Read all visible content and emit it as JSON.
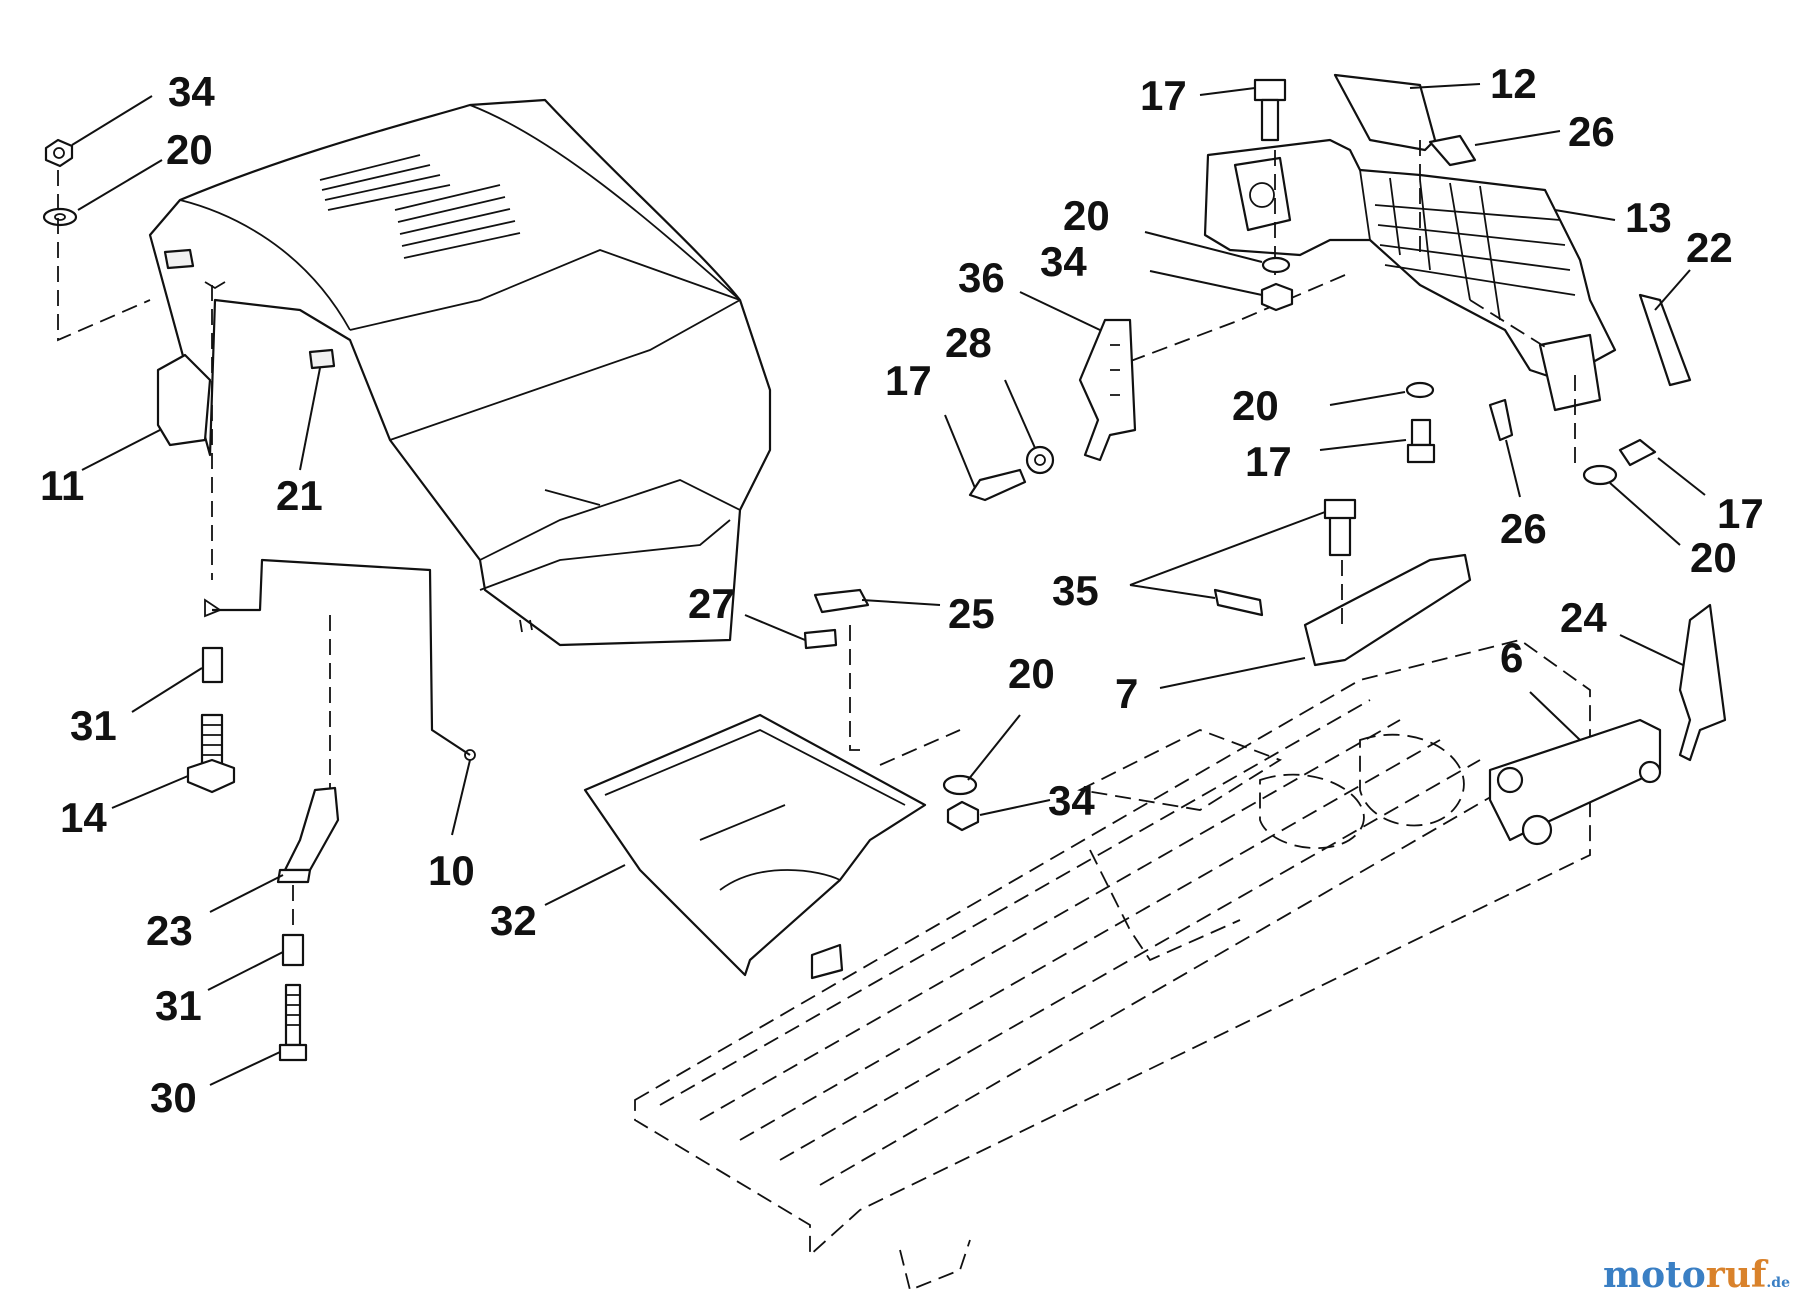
{
  "diagram": {
    "callouts": {
      "c34a": "34",
      "c20a": "20",
      "c11": "11",
      "c21": "21",
      "c31a": "31",
      "c14": "14",
      "c10": "10",
      "c23": "23",
      "c31b": "31",
      "c30": "30",
      "c17a": "17",
      "c12": "12",
      "c26a": "26",
      "c13": "13",
      "c22": "22",
      "c20b": "20",
      "c34b": "34",
      "c36": "36",
      "c28": "28",
      "c17b": "17",
      "c20c": "20",
      "c17c": "17",
      "c26b": "26",
      "c17d": "17",
      "c20d": "20",
      "c27": "27",
      "c25": "25",
      "c35": "35",
      "c7": "7",
      "c24": "24",
      "c6": "6",
      "c20e": "20",
      "c34c": "34",
      "c32": "32"
    }
  },
  "watermark": {
    "part1": "moto",
    "part2": "ruf",
    "suffix": ".de"
  }
}
